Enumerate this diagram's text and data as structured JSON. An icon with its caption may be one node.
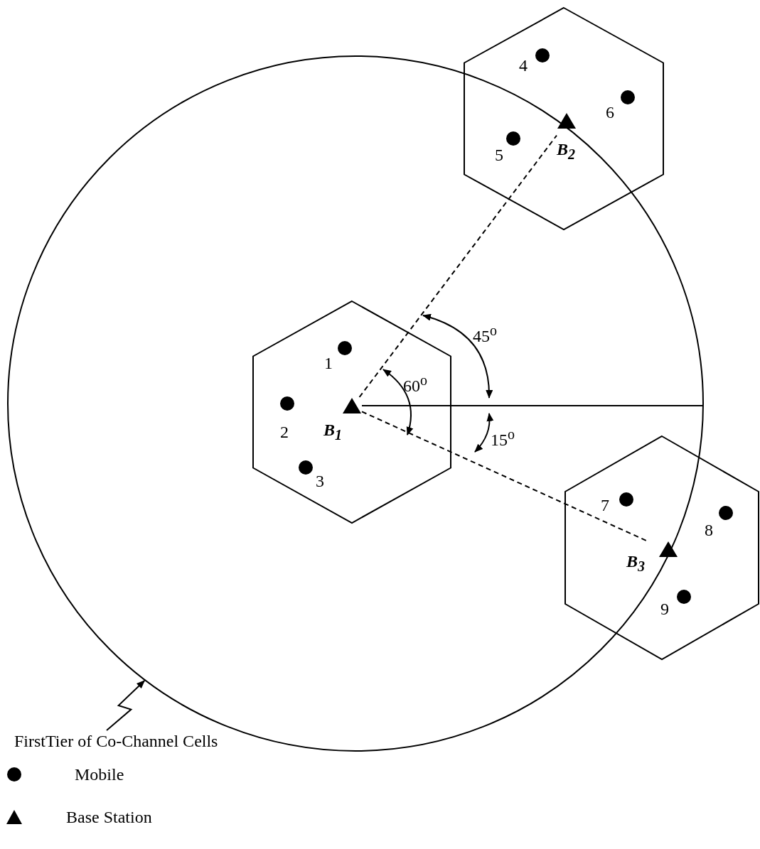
{
  "diagram": {
    "nodes": [
      {
        "text": [],
        "shape": "circle"
      },
      {
        "text": [],
        "shape": "hexagon"
      },
      {
        "text": [
          "4"
        ],
        "in": 1
      },
      {
        "text": [
          "6"
        ],
        "in": 1
      },
      {
        "text": [
          "5"
        ]
      },
      {
        "text": [
          "B$_{2}$"
        ],
        "in": 1
      },
      {
        "text": [],
        "shape": "hexagon",
        "in": 0
      },
      {
        "text": [
          "1"
        ],
        "in": 6
      },
      {
        "text": [
          "2"
        ],
        "in": 6
      },
      {
        "text": [
          "B$_{1}$"
        ],
        "in": 6
      },
      {
        "text": [
          "3"
        ],
        "in": 6
      },
      {
        "text": [],
        "shape": "hexagon"
      },
      {
        "text": [
          "7"
        ]
      },
      {
        "text": [
          "8"
        ],
        "in": 11
      },
      {
        "text": [
          "B$_{3}$"
        ]
      },
      {
        "text": [
          "9"
        ],
        "in": 11
      },
      {
        "text": [
          "FirstTier of Co-Channel Cells"
        ]
      }
    ],
    "edges": [
      {
        "from": 9,
        "to": 5,
        "arrow": "none",
        "style": "dashed"
      },
      {
        "from": 9,
        "to": 14,
        "arrow": "none",
        "style": "dashed"
      },
      {
        "from": 16,
        "to": 0,
        "arrow": "to"
      }
    ],
    "labels": [
      "45$^{o}$",
      "60$^{o}$",
      "15$^{o}$"
    ],
    "legend": [
      {
        "text": "Mobile"
      },
      {
        "text": "Base Station"
      }
    ]
  }
}
